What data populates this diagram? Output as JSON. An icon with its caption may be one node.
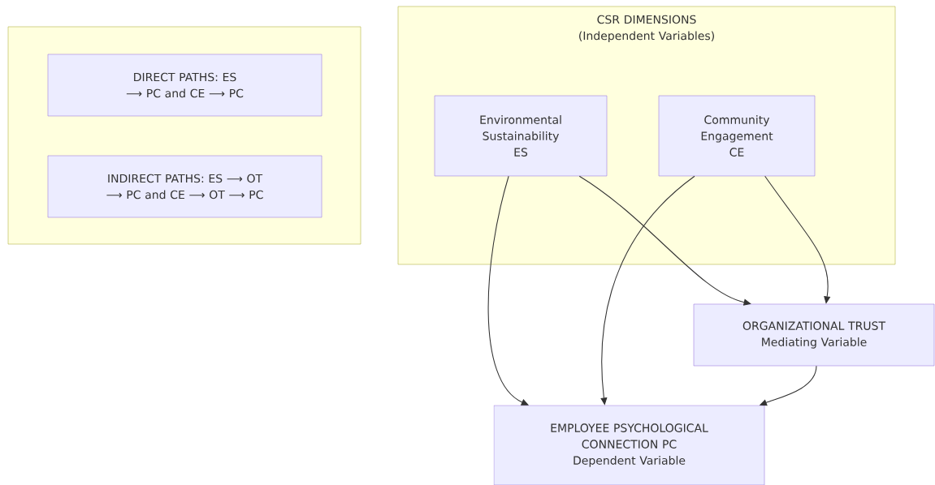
{
  "diagram": {
    "nodes": [
      {
        "text": [],
        "shape": "box"
      },
      {
        "text": [
          "DIRECT PATHS: ES ⟶ PC and CE ⟶ PC"
        ],
        "in": 0
      },
      {
        "text": [
          "INDIRECT PATHS: ES ⟶ OT ⟶ PC and CE ⟶ OT ⟶ PC"
        ],
        "in": 0
      },
      {
        "text": [
          "CSR DIMENSIONS (Independent Variables)"
        ]
      },
      {
        "text": [
          "Environmental Sustainability ES"
        ],
        "in": 3
      },
      {
        "text": [
          "Community Engagement CE"
        ],
        "in": 3
      },
      {
        "text": [
          "ORGANIZATIONAL TRUST Mediating Variable"
        ]
      },
      {
        "text": [
          "EMPLOYEE PSYCHOLOGICAL CONNECTION PC Dependent Variable"
        ]
      }
    ],
    "edges": [
      {
        "from": 4,
        "to": 7,
        "arrow": "to"
      },
      {
        "from": 4,
        "to": 6,
        "arrow": "to"
      },
      {
        "from": 5,
        "to": 7,
        "arrow": "to"
      },
      {
        "from": 5,
        "to": 6,
        "arrow": "to"
      },
      {
        "from": 6,
        "to": 7,
        "arrow": "to"
      }
    ]
  }
}
